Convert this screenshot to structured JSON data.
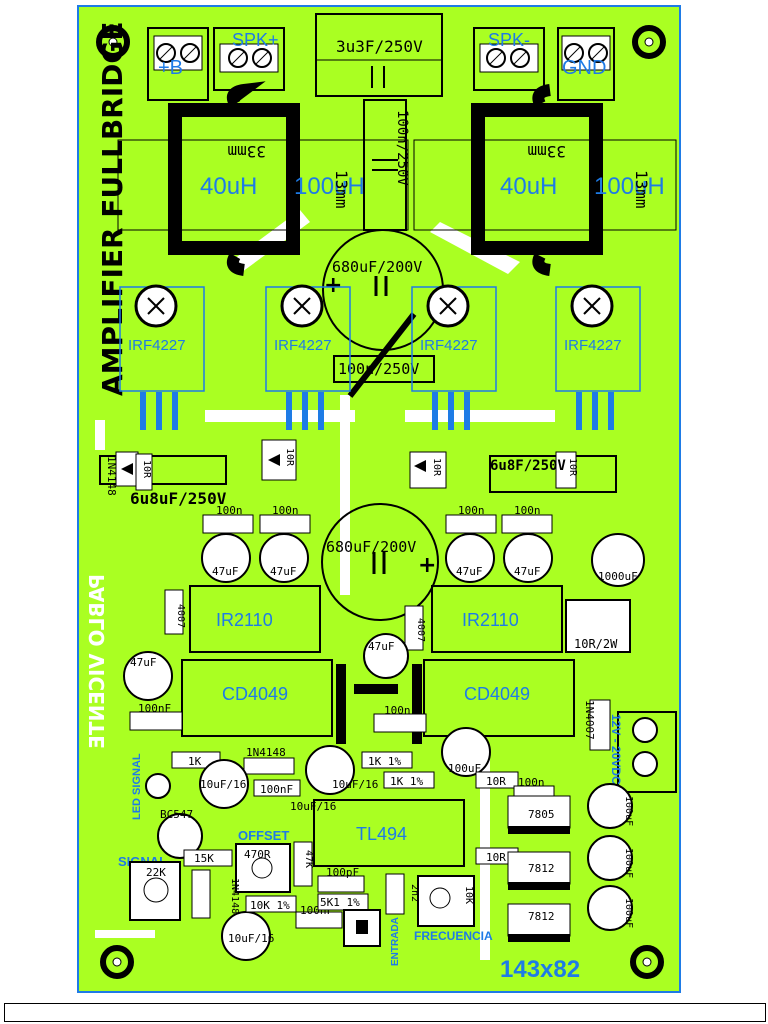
{
  "board": {
    "title": "AMPLIFIER FULLBRIDGE",
    "author": "PABLO VICENTE",
    "size": "143x82",
    "colors": {
      "copper": "#aaff22",
      "silk": "#000000",
      "labels": "#1e7be6",
      "outline": "#1e7be6",
      "background": "#ffffff"
    }
  },
  "connectors": {
    "b_plus": "+B",
    "spk_plus": "SPK+",
    "spk_minus": "SPK-",
    "gnd": "GND",
    "power": "12V - 20VDC",
    "input": "ENTRADA"
  },
  "capacitors": {
    "top_film": "3u3F/250V",
    "vertical_film": "100n/250V",
    "bulk_top": "680uF/200V",
    "bulk_mid": "680uF/200V",
    "film_mid": "100n/250V",
    "film_left": "6u8uF/250V",
    "film_right": "6u8F/250V",
    "c100n_a": "100n",
    "c100n_b": "100n",
    "c100n_c": "100n",
    "c100n_d": "100n",
    "c47_a": "47uF",
    "c47_b": "47uF",
    "c47_c": "47uF",
    "c47_d": "47uF",
    "c47_left": "47uF",
    "c47_center": "47uF",
    "c1000": "1000uF",
    "c100nF": "100nF",
    "c100n_mid": "100n",
    "c100uF_mid": "100uF",
    "c10uF16_a": "10uF/16",
    "c10uF16_b": "10uF/16",
    "c10uF16_c": "10uF/16",
    "c10uF16_d": "10uF/16",
    "c100nF_b": "100nF",
    "c100uF_right": "100uF",
    "c100n_reg": "100n",
    "c100pF": "100pF",
    "c100nF_c": "100nF",
    "c2n2": "2n2",
    "c100uF_r1": "100uF",
    "c100uF_r2": "100uF",
    "c100uF_r3": "100uF"
  },
  "inductors": {
    "left_value": "40uH",
    "right_value": "40uH",
    "left_alt": "100uH",
    "right_alt": "100uH",
    "dim_a": "33mm",
    "dim_b": "13mm",
    "dim_c": "33mm",
    "dim_d": "13mm"
  },
  "mosfets": [
    "IRF4227",
    "IRF4227",
    "IRF4227",
    "IRF4227"
  ],
  "ics": {
    "driver_left": "IR2110",
    "driver_right": "IR2110",
    "inv_left": "CD4049",
    "inv_right": "CD4049",
    "pwm": "TL494",
    "reg1": "7805",
    "reg2": "7812",
    "reg3": "7812"
  },
  "diodes": {
    "d1n4148_a": "1N4148",
    "d1n4148_b": "1N4148",
    "d1n4148_c": "1N4148",
    "d4007_a": "4007",
    "d4007_b": "4007",
    "d1n4007": "1N4007"
  },
  "resistors": {
    "r10r_a": "10R",
    "r10r_b": "10R",
    "r10r_c": "10R",
    "r10r_d": "10R",
    "r10r2w": "10R/2W",
    "r1k": "1K",
    "r1k1pct_a": "1K 1%",
    "r1k1pct_b": "1K 1%",
    "r10r_e": "10R",
    "r10r_f": "10R",
    "r15k": "15K",
    "r470r": "470R",
    "r47k": "47K",
    "r10k1pct": "10K 1%",
    "r5k1": "5K1 1%",
    "pot22k": "22K",
    "pot10k": "10K"
  },
  "misc": {
    "bc547": "BC547",
    "led_signal": "LED SIGNAL",
    "offset": "OFFSET",
    "signal": "SIGNAL",
    "frecuencia": "FRECUENCIA"
  },
  "caption": ""
}
